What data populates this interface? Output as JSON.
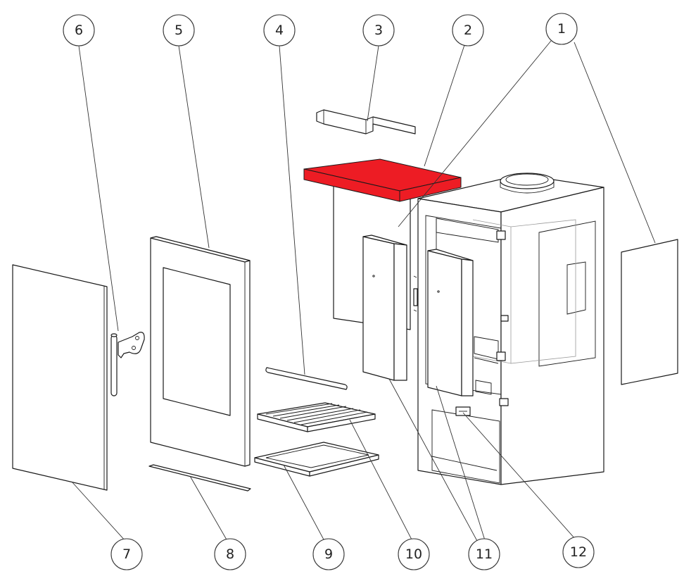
{
  "callouts": [
    {
      "id": "c1",
      "label": "1"
    },
    {
      "id": "c2",
      "label": "2"
    },
    {
      "id": "c3",
      "label": "3"
    },
    {
      "id": "c4",
      "label": "4"
    },
    {
      "id": "c5",
      "label": "5"
    },
    {
      "id": "c6",
      "label": "6"
    },
    {
      "id": "c7",
      "label": "7"
    },
    {
      "id": "c8",
      "label": "8"
    },
    {
      "id": "c9",
      "label": "9"
    },
    {
      "id": "c10",
      "label": "10"
    },
    {
      "id": "c11",
      "label": "11"
    },
    {
      "id": "c12",
      "label": "12"
    }
  ],
  "colors": {
    "highlight": "#ed1c24",
    "line": "#1a1a1a"
  }
}
